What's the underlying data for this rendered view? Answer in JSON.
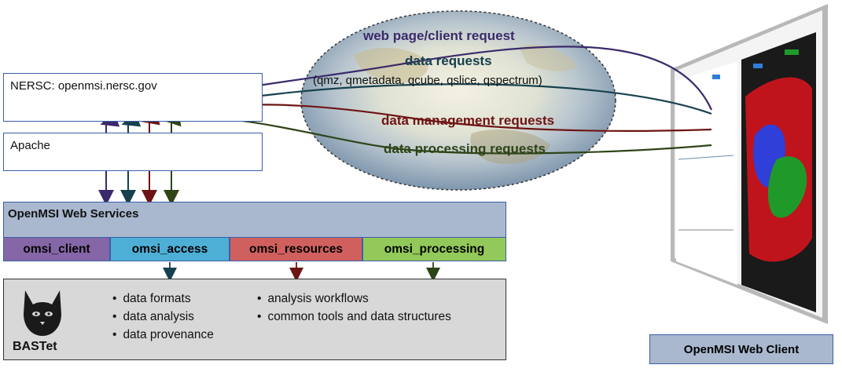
{
  "nersc_label": "NERSC: openmsi.nersc.gov",
  "apache_label": "Apache",
  "web_services_title": "OpenMSI Web Services",
  "modules": [
    {
      "label": "omsi_client",
      "color": "#8566a6"
    },
    {
      "label": "omsi_access",
      "color": "#4eafd6"
    },
    {
      "label": "omsi_resources",
      "color": "#d0605e"
    },
    {
      "label": "omsi_processing",
      "color": "#92c95a"
    }
  ],
  "bastet_label": "BASTet",
  "bastet_bullets_left": [
    "data formats",
    "data analysis",
    "data provenance"
  ],
  "bastet_bullets_right": [
    "analysis workflows",
    "common tools and data structures"
  ],
  "cloud": {
    "web_request": "web page/client request",
    "data_requests": "data requests",
    "data_requests_detail": "(qmz, qmetadata, qcube, qslice, qspectrum)",
    "management_requests": "data management requests",
    "processing_requests": "data processing requests"
  },
  "client_label": "OpenMSI Web Client",
  "colors": {
    "client_request": "#3b2a6b",
    "data_request": "#17404f",
    "management_request": "#6e1414",
    "processing_request": "#2e4417",
    "box_border": "#3a5fa8"
  }
}
